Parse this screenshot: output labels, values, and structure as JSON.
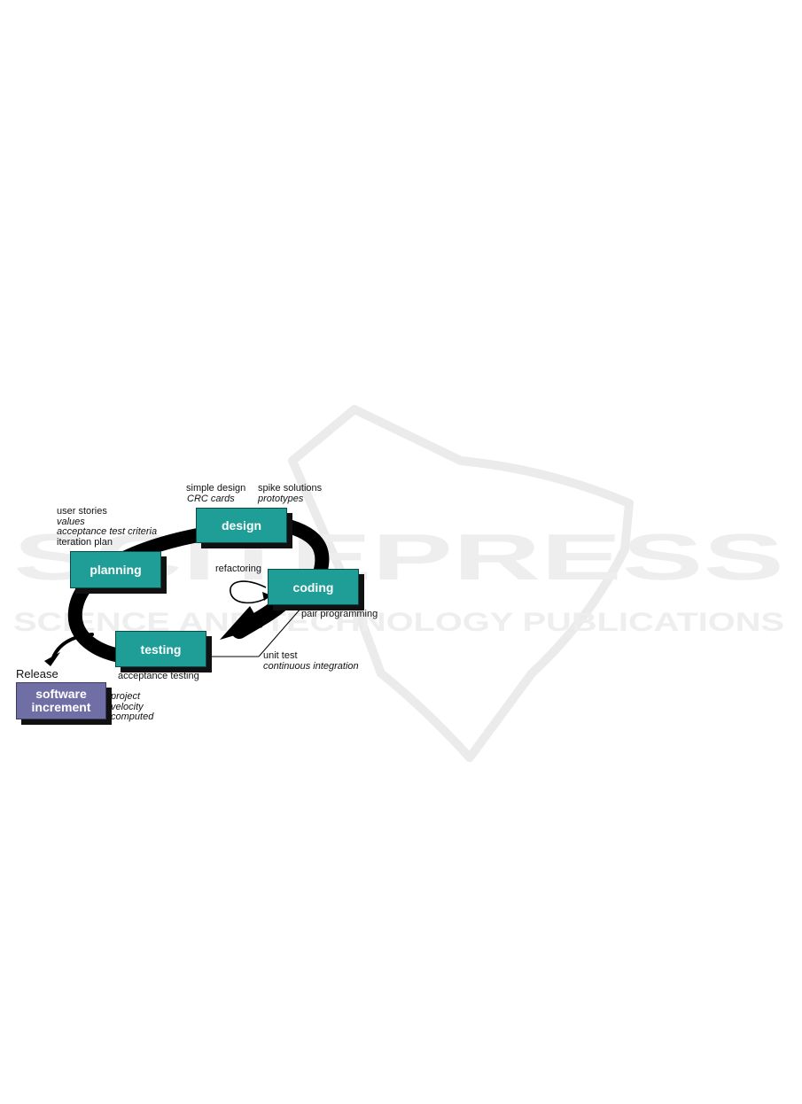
{
  "watermark": {
    "brand": "SCITEPRESS",
    "tagline": "SCIENCE AND TECHNOLOGY PUBLICATIONS"
  },
  "diagram": {
    "boxes": {
      "planning": "planning",
      "design": "design",
      "coding": "coding",
      "testing": "testing",
      "increment_line1": "software",
      "increment_line2": "increment"
    },
    "notes": {
      "planning": [
        "user stories",
        "values",
        "acceptance test criteria",
        "iteration plan"
      ],
      "design_left": [
        "simple design",
        "CRC cards"
      ],
      "design_right": [
        "spike solutions",
        "prototypes"
      ],
      "refactoring": "refactoring",
      "pair_programming": "pair programming",
      "unit_test": [
        "unit test",
        "continuous integration"
      ],
      "acceptance_testing": "acceptance testing",
      "release": "Release",
      "velocity": [
        "project",
        "velocity",
        "computed"
      ]
    },
    "colors": {
      "phase_box": "#1f9e98",
      "increment_box": "#6f6fa6",
      "cycle_arrow": "#000000"
    }
  }
}
